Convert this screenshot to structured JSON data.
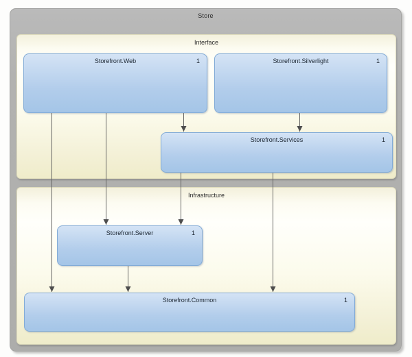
{
  "store": {
    "label": "Store"
  },
  "layers": {
    "interface": {
      "label": "Interface",
      "nodes": {
        "web": {
          "label": "Storefront.Web",
          "count": "1"
        },
        "silverlight": {
          "label": "Storefront.Silverlight",
          "count": "1"
        },
        "services": {
          "label": "Storefront.Services",
          "count": "1"
        }
      }
    },
    "infrastructure": {
      "label": "Infrastructure",
      "nodes": {
        "server": {
          "label": "Storefront.Server",
          "count": "1"
        },
        "common": {
          "label": "Storefront.Common",
          "count": "1"
        }
      }
    }
  },
  "dependencies": [
    {
      "from": "Storefront.Web",
      "to": "Storefront.Common"
    },
    {
      "from": "Storefront.Web",
      "to": "Storefront.Server"
    },
    {
      "from": "Storefront.Web",
      "to": "Storefront.Services"
    },
    {
      "from": "Storefront.Silverlight",
      "to": "Storefront.Services"
    },
    {
      "from": "Storefront.Services",
      "to": "Storefront.Server"
    },
    {
      "from": "Storefront.Services",
      "to": "Storefront.Common"
    },
    {
      "from": "Storefront.Server",
      "to": "Storefront.Common"
    }
  ],
  "colors": {
    "container_gray": "#b1b1af",
    "layer_cream": "#f2efd2",
    "node_blue_top": "#d4e3f5",
    "node_blue_bottom": "#a4c5e7",
    "node_border": "#82abd7",
    "connector": "#666664",
    "arrowhead": "#4d4d4d",
    "text": "#1b2531"
  }
}
